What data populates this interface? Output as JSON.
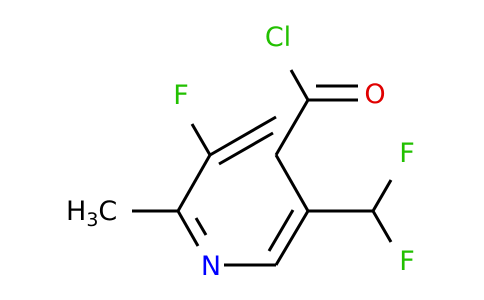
{
  "molecule": {
    "atoms": {
      "chlorine": {
        "symbol": "Cl",
        "color": "#22c000"
      },
      "oxygen": {
        "symbol": "O",
        "color": "#e00000"
      },
      "fluorine_ring": {
        "symbol": "F",
        "color": "#22c000"
      },
      "fluorine_top": {
        "symbol": "F",
        "color": "#22c000"
      },
      "fluorine_bottom": {
        "symbol": "F",
        "color": "#22c000"
      },
      "nitrogen": {
        "symbol": "N",
        "color": "#0000ff"
      },
      "methyl": {
        "prefix": "H",
        "subscript": "3",
        "suffix": "C",
        "color": "#000000"
      }
    },
    "bond_color": "#000000"
  }
}
